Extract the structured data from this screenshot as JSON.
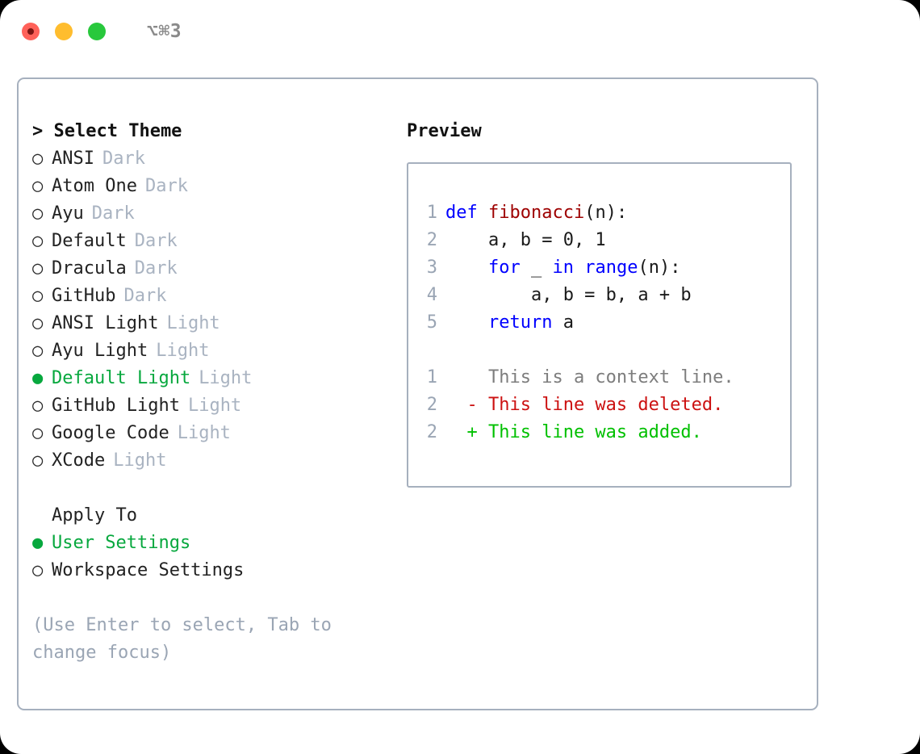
{
  "titlebar": {
    "lights": [
      "close-red",
      "minimize-yellow",
      "maximize-green"
    ],
    "shortcut": "⌥⌘3"
  },
  "theme_panel": {
    "header": "> Select Theme",
    "marker_selected": "●",
    "marker_unselected": "○",
    "accent_color": "#07a83e",
    "tag_color": "#a9b3c1",
    "items": [
      {
        "label": "ANSI",
        "tag": "Dark",
        "selected": false
      },
      {
        "label": "Atom One",
        "tag": "Dark",
        "selected": false
      },
      {
        "label": "Ayu",
        "tag": "Dark",
        "selected": false
      },
      {
        "label": "Default",
        "tag": "Dark",
        "selected": false
      },
      {
        "label": "Dracula",
        "tag": "Dark",
        "selected": false
      },
      {
        "label": "GitHub",
        "tag": "Dark",
        "selected": false
      },
      {
        "label": "ANSI Light",
        "tag": "Light",
        "selected": false
      },
      {
        "label": "Ayu Light",
        "tag": "Light",
        "selected": false
      },
      {
        "label": "Default Light",
        "tag": "Light",
        "selected": true
      },
      {
        "label": "GitHub Light",
        "tag": "Light",
        "selected": false
      },
      {
        "label": "Google Code",
        "tag": "Light",
        "selected": false
      },
      {
        "label": "XCode",
        "tag": "Light",
        "selected": false
      }
    ]
  },
  "apply_to": {
    "header": "Apply To",
    "items": [
      {
        "label": "User Settings",
        "selected": true
      },
      {
        "label": "Workspace Settings",
        "selected": false
      }
    ]
  },
  "hint": "(Use Enter to select, Tab to change focus)",
  "preview": {
    "title": "Preview",
    "code_lines": [
      {
        "no": "1",
        "tokens": [
          {
            "t": "def",
            "c": "kw"
          },
          {
            "t": " ",
            "c": "plain"
          },
          {
            "t": "fibonacci",
            "c": "fn"
          },
          {
            "t": "(n):",
            "c": "plain"
          }
        ]
      },
      {
        "no": "2",
        "tokens": [
          {
            "t": "    a, b = 0, 1",
            "c": "plain"
          }
        ]
      },
      {
        "no": "3",
        "tokens": [
          {
            "t": "    ",
            "c": "plain"
          },
          {
            "t": "for",
            "c": "kw"
          },
          {
            "t": " _ ",
            "c": "plain"
          },
          {
            "t": "in",
            "c": "kw"
          },
          {
            "t": " ",
            "c": "plain"
          },
          {
            "t": "range",
            "c": "kw"
          },
          {
            "t": "(n):",
            "c": "plain"
          }
        ]
      },
      {
        "no": "4",
        "tokens": [
          {
            "t": "        a, b = b, a + b",
            "c": "plain"
          }
        ]
      },
      {
        "no": "5",
        "tokens": [
          {
            "t": "    ",
            "c": "plain"
          },
          {
            "t": "return",
            "c": "kw"
          },
          {
            "t": " a",
            "c": "plain"
          }
        ]
      }
    ],
    "diff_lines": [
      {
        "no": "1",
        "marker": " ",
        "text": "This is a context line.",
        "kind": "ctx"
      },
      {
        "no": "2",
        "marker": "-",
        "text": "This line was deleted.",
        "kind": "del"
      },
      {
        "no": "2",
        "marker": "+",
        "text": "This line was added.",
        "kind": "add"
      }
    ]
  }
}
